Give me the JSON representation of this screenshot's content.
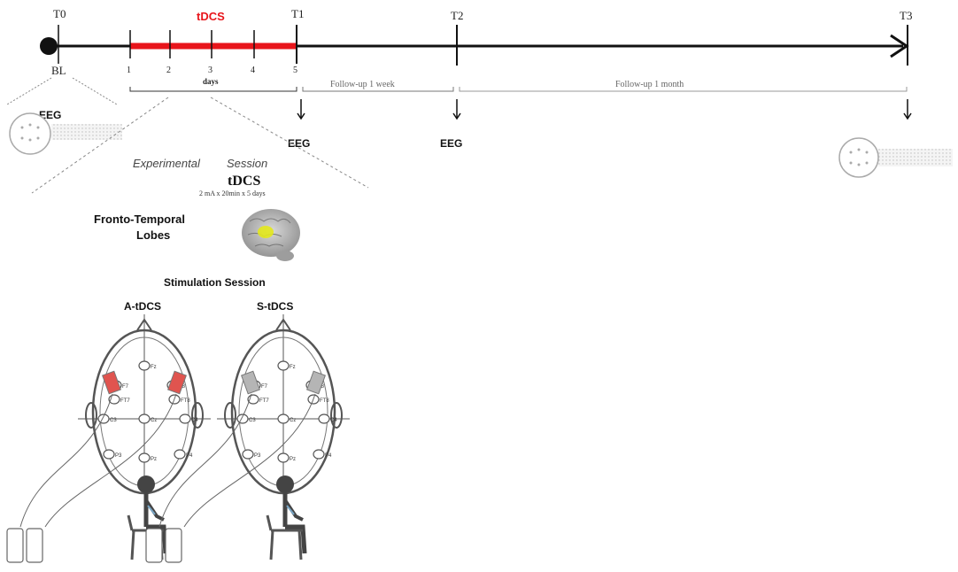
{
  "timeline": {
    "points": [
      {
        "label": "T0",
        "sublabel": "BL"
      },
      {
        "label": "T1"
      },
      {
        "label": "T2"
      },
      {
        "label": "T3"
      }
    ],
    "treatment_label": "tDCS",
    "day_ticks": [
      "1",
      "2",
      "3",
      "4",
      "5"
    ],
    "days_label": "days",
    "followups": [
      "Follow-up 1 week",
      "Follow-up 1 month"
    ],
    "eeg_labels": [
      "EEG",
      "EEG",
      "EEG"
    ]
  },
  "session": {
    "title_italic_1": "Experimental",
    "title_italic_2": "Session",
    "name": "tDCS",
    "dose": "2 mA x 20min x 5 days",
    "target_line1": "Fronto-Temporal",
    "target_line2": "Lobes",
    "stimulation_title": "Stimulation Session",
    "arms": [
      "A-tDCS",
      "S-tDCS"
    ]
  },
  "electrodes": [
    "Fz",
    "F7",
    "F8",
    "FT7",
    "FT8",
    "Cz",
    "C3",
    "C4",
    "P3",
    "Pz",
    "P4"
  ],
  "colors": {
    "active_electrode": "#e0544f",
    "sham_electrode": "#b5b5b5",
    "treatment_bar": "#e8151b",
    "brain_highlight": "#e3e81c"
  }
}
